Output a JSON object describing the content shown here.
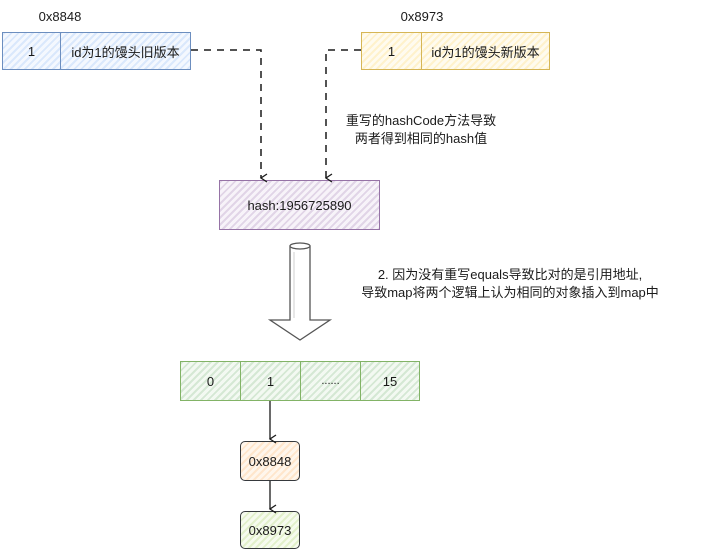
{
  "old_object": {
    "address": "0x8848",
    "id": "1",
    "description": "id为1的馒头旧版本",
    "stroke": "#6c8ebf",
    "fill": "#dae8fc"
  },
  "new_object": {
    "address": "0x8973",
    "id": "1",
    "description": "id为1的馒头新版本",
    "stroke": "#d6b656",
    "fill": "#fff2cc"
  },
  "hash_note": {
    "line1": "重写的hashCode方法导致",
    "line2": "两者得到相同的hash值"
  },
  "hash_box": {
    "label": "hash:1956725890",
    "stroke": "#9673a6",
    "fill": "#e1d5e7"
  },
  "equals_note": {
    "line1": "2. 因为没有重写equals导致比对的是引用地址,",
    "line2": "导致map将两个逻辑上认为相同的对象插入到map中"
  },
  "bucket_array": {
    "cells": [
      "0",
      "1",
      "......",
      "15"
    ],
    "stroke": "#82b366",
    "fill": "#d5e8d4"
  },
  "chain": [
    {
      "address": "0x8848",
      "fill": "#ffe6cc"
    },
    {
      "address": "0x8973",
      "fill": "#e2f0cb"
    }
  ]
}
